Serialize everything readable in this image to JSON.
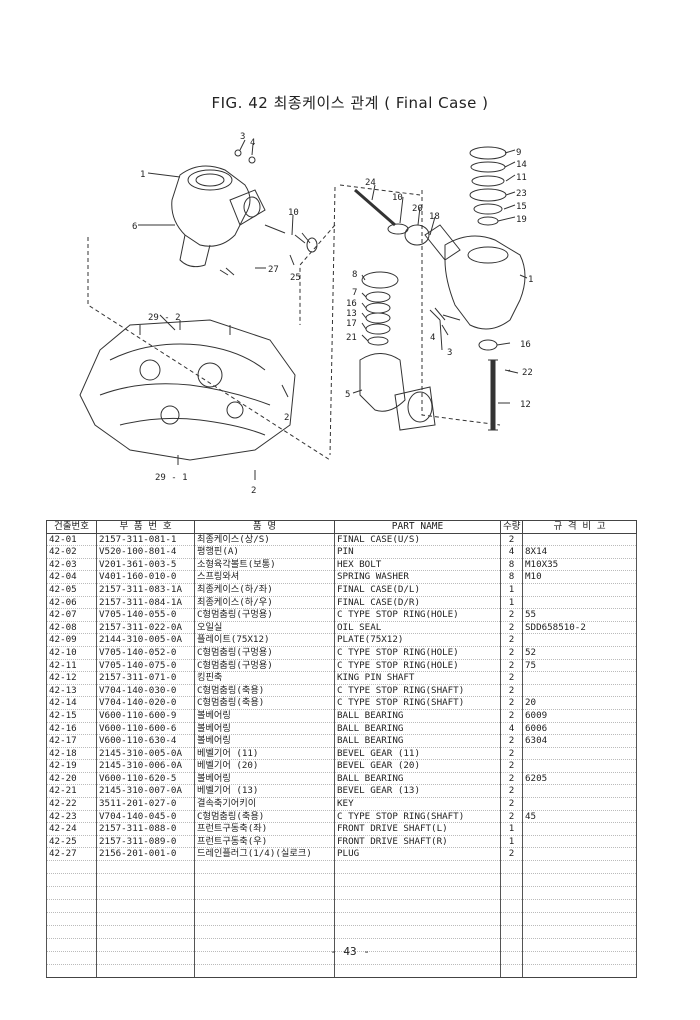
{
  "title": "FIG. 42 최종케이스 관계 ( Final Case )",
  "diagram": {
    "callouts": [
      "1",
      "3",
      "4",
      "6",
      "10",
      "27",
      "25",
      "29 - 2",
      "2",
      "29 - 1",
      "2",
      "24",
      "10",
      "20",
      "18",
      "9",
      "14",
      "11",
      "23",
      "15",
      "19",
      "8",
      "7",
      "16",
      "13",
      "17",
      "21",
      "1",
      "4",
      "3",
      "16",
      "22",
      "5",
      "12"
    ]
  },
  "table": {
    "headers": [
      "건출번호",
      "부 품 번 호",
      "품 명",
      "PART NAME",
      "수량",
      "규 격 비 고"
    ],
    "rows": [
      [
        "42-01",
        "2157-311-081-1",
        "최종케이스(상/S)",
        "FINAL CASE(U/S)",
        "2",
        ""
      ],
      [
        "42-02",
        "V520-100-801-4",
        "평행핀(A)",
        "PIN",
        "4",
        "8X14"
      ],
      [
        "42-03",
        "V201-361-003-5",
        "소형육각볼트(보통)",
        "HEX BOLT",
        "8",
        "M10X35"
      ],
      [
        "42-04",
        "V401-160-010-0",
        "스프링와셔",
        "SPRING WASHER",
        "8",
        "M10"
      ],
      [
        "42-05",
        "2157-311-083-1A",
        "최종케이스(하/좌)",
        "FINAL CASE(D/L)",
        "1",
        ""
      ],
      [
        "42-06",
        "2157-311-084-1A",
        "최종케이스(하/우)",
        "FINAL CASE(D/R)",
        "1",
        ""
      ],
      [
        "42-07",
        "V705-140-055-0",
        "C형멈춤링(구멍용)",
        "C TYPE STOP RING(HOLE)",
        "2",
        "55"
      ],
      [
        "42-08",
        "2157-311-022-0A",
        "오일실",
        "OIL SEAL",
        "2",
        "SDD658510-2"
      ],
      [
        "42-09",
        "2144-310-005-0A",
        "플레이트(75X12)",
        "PLATE(75X12)",
        "2",
        ""
      ],
      [
        "42-10",
        "V705-140-052-0",
        "C형멈춤링(구멍용)",
        "C TYPE STOP RING(HOLE)",
        "2",
        "52"
      ],
      [
        "42-11",
        "V705-140-075-0",
        "C형멈춤링(구멍용)",
        "C TYPE STOP RING(HOLE)",
        "2",
        "75"
      ],
      [
        "42-12",
        "2157-311-071-0",
        "킹핀축",
        "KING PIN SHAFT",
        "2",
        ""
      ],
      [
        "42-13",
        "V704-140-030-0",
        "C형멈춤링(축용)",
        "C TYPE STOP RING(SHAFT)",
        "2",
        ""
      ],
      [
        "42-14",
        "V704-140-020-0",
        "C형멈춤링(축용)",
        "C TYPE STOP RING(SHAFT)",
        "2",
        "20"
      ],
      [
        "42-15",
        "V600-110-600-9",
        "볼베어링",
        "BALL BEARING",
        "2",
        "6009"
      ],
      [
        "42-16",
        "V600-110-600-6",
        "볼베어링",
        "BALL BEARING",
        "4",
        "6006"
      ],
      [
        "42-17",
        "V600-110-630-4",
        "볼베어링",
        "BALL BEARING",
        "2",
        "6304"
      ],
      [
        "42-18",
        "2145-310-005-0A",
        "베벨기어 (11)",
        "BEVEL GEAR (11)",
        "2",
        ""
      ],
      [
        "42-19",
        "2145-310-006-0A",
        "베벨기어 (20)",
        "BEVEL GEAR (20)",
        "2",
        ""
      ],
      [
        "42-20",
        "V600-110-620-5",
        "볼베어링",
        "BALL BEARING",
        "2",
        "6205"
      ],
      [
        "42-21",
        "2145-310-007-0A",
        "베벨기어 (13)",
        "BEVEL GEAR (13)",
        "2",
        ""
      ],
      [
        "42-22",
        "3511-201-027-0",
        "결속축기어키이",
        "KEY",
        "2",
        ""
      ],
      [
        "42-23",
        "V704-140-045-0",
        "C형멈춤링(축용)",
        "C TYPE STOP RING(SHAFT)",
        "2",
        "45"
      ],
      [
        "42-24",
        "2157-311-088-0",
        "프런트구동축(좌)",
        "FRONT DRIVE SHAFT(L)",
        "1",
        ""
      ],
      [
        "42-25",
        "2157-311-089-0",
        "프런트구동축(우)",
        "FRONT DRIVE SHAFT(R)",
        "1",
        ""
      ],
      [
        "42-27",
        "2156-201-001-0",
        "드레인플러그(1/4)(실로크)",
        "PLUG",
        "2",
        ""
      ]
    ]
  },
  "page_number": "- 43 -"
}
